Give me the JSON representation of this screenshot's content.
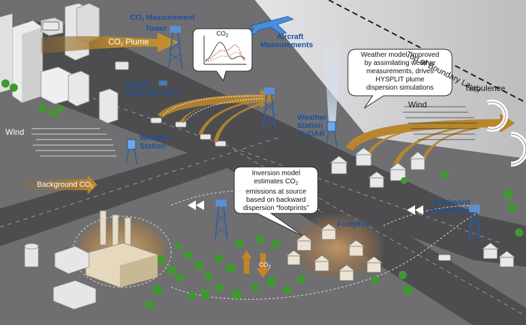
{
  "labels": {
    "co2_tower_1": "CO",
    "co2_tower_sub": "2",
    "co2_tower_2": " Measurement",
    "co2_tower_3": "Tower",
    "aircraft_1": "Aircraft",
    "aircraft_2": "Measurements",
    "plume_1": "CO",
    "plume_sub": "2",
    "plume_2": " Plume",
    "mobile_1": "Mobile",
    "mobile_2": "Measurements",
    "weather_station_1": "Weather",
    "weather_station_2": "Station",
    "weather_lidar_1": "Weather",
    "weather_lidar_2": "Station",
    "weather_lidar_3": "+LiDAR",
    "wind_left": "Wind",
    "wind_right": "Wind",
    "turbulence": "Turbulence",
    "boundary": "Top of Boundary Layer",
    "background_1": "Background CO",
    "background_sub": "2",
    "footprint": "Footprint",
    "backward_1": "Backward",
    "backward_2": "Dispersion",
    "co2_ground_1": "CO",
    "co2_ground_sub": "2",
    "inset_co2_1": "CO",
    "inset_co2_sub": "2"
  },
  "bubbles": {
    "weather_model": [
      "Weather model, improved",
      "by assimilating weather",
      "measurements, drives",
      "HYSPLIT plume",
      "dispersion simulations"
    ],
    "inversion_1": "Inversion model",
    "inversion_2": "estimates CO",
    "inversion_sub": "2",
    "inversion_3": "emissions at source",
    "inversion_4": "based on backward",
    "inversion_5": "dispersion “footprints”"
  },
  "colors": {
    "ground": "#6f6f71",
    "road": "#4a4a4c",
    "plume": "#b8862e",
    "label_blue": "#1e4f9c",
    "tree": "#3e9a2e",
    "sky_wall": "#d9d9db"
  }
}
